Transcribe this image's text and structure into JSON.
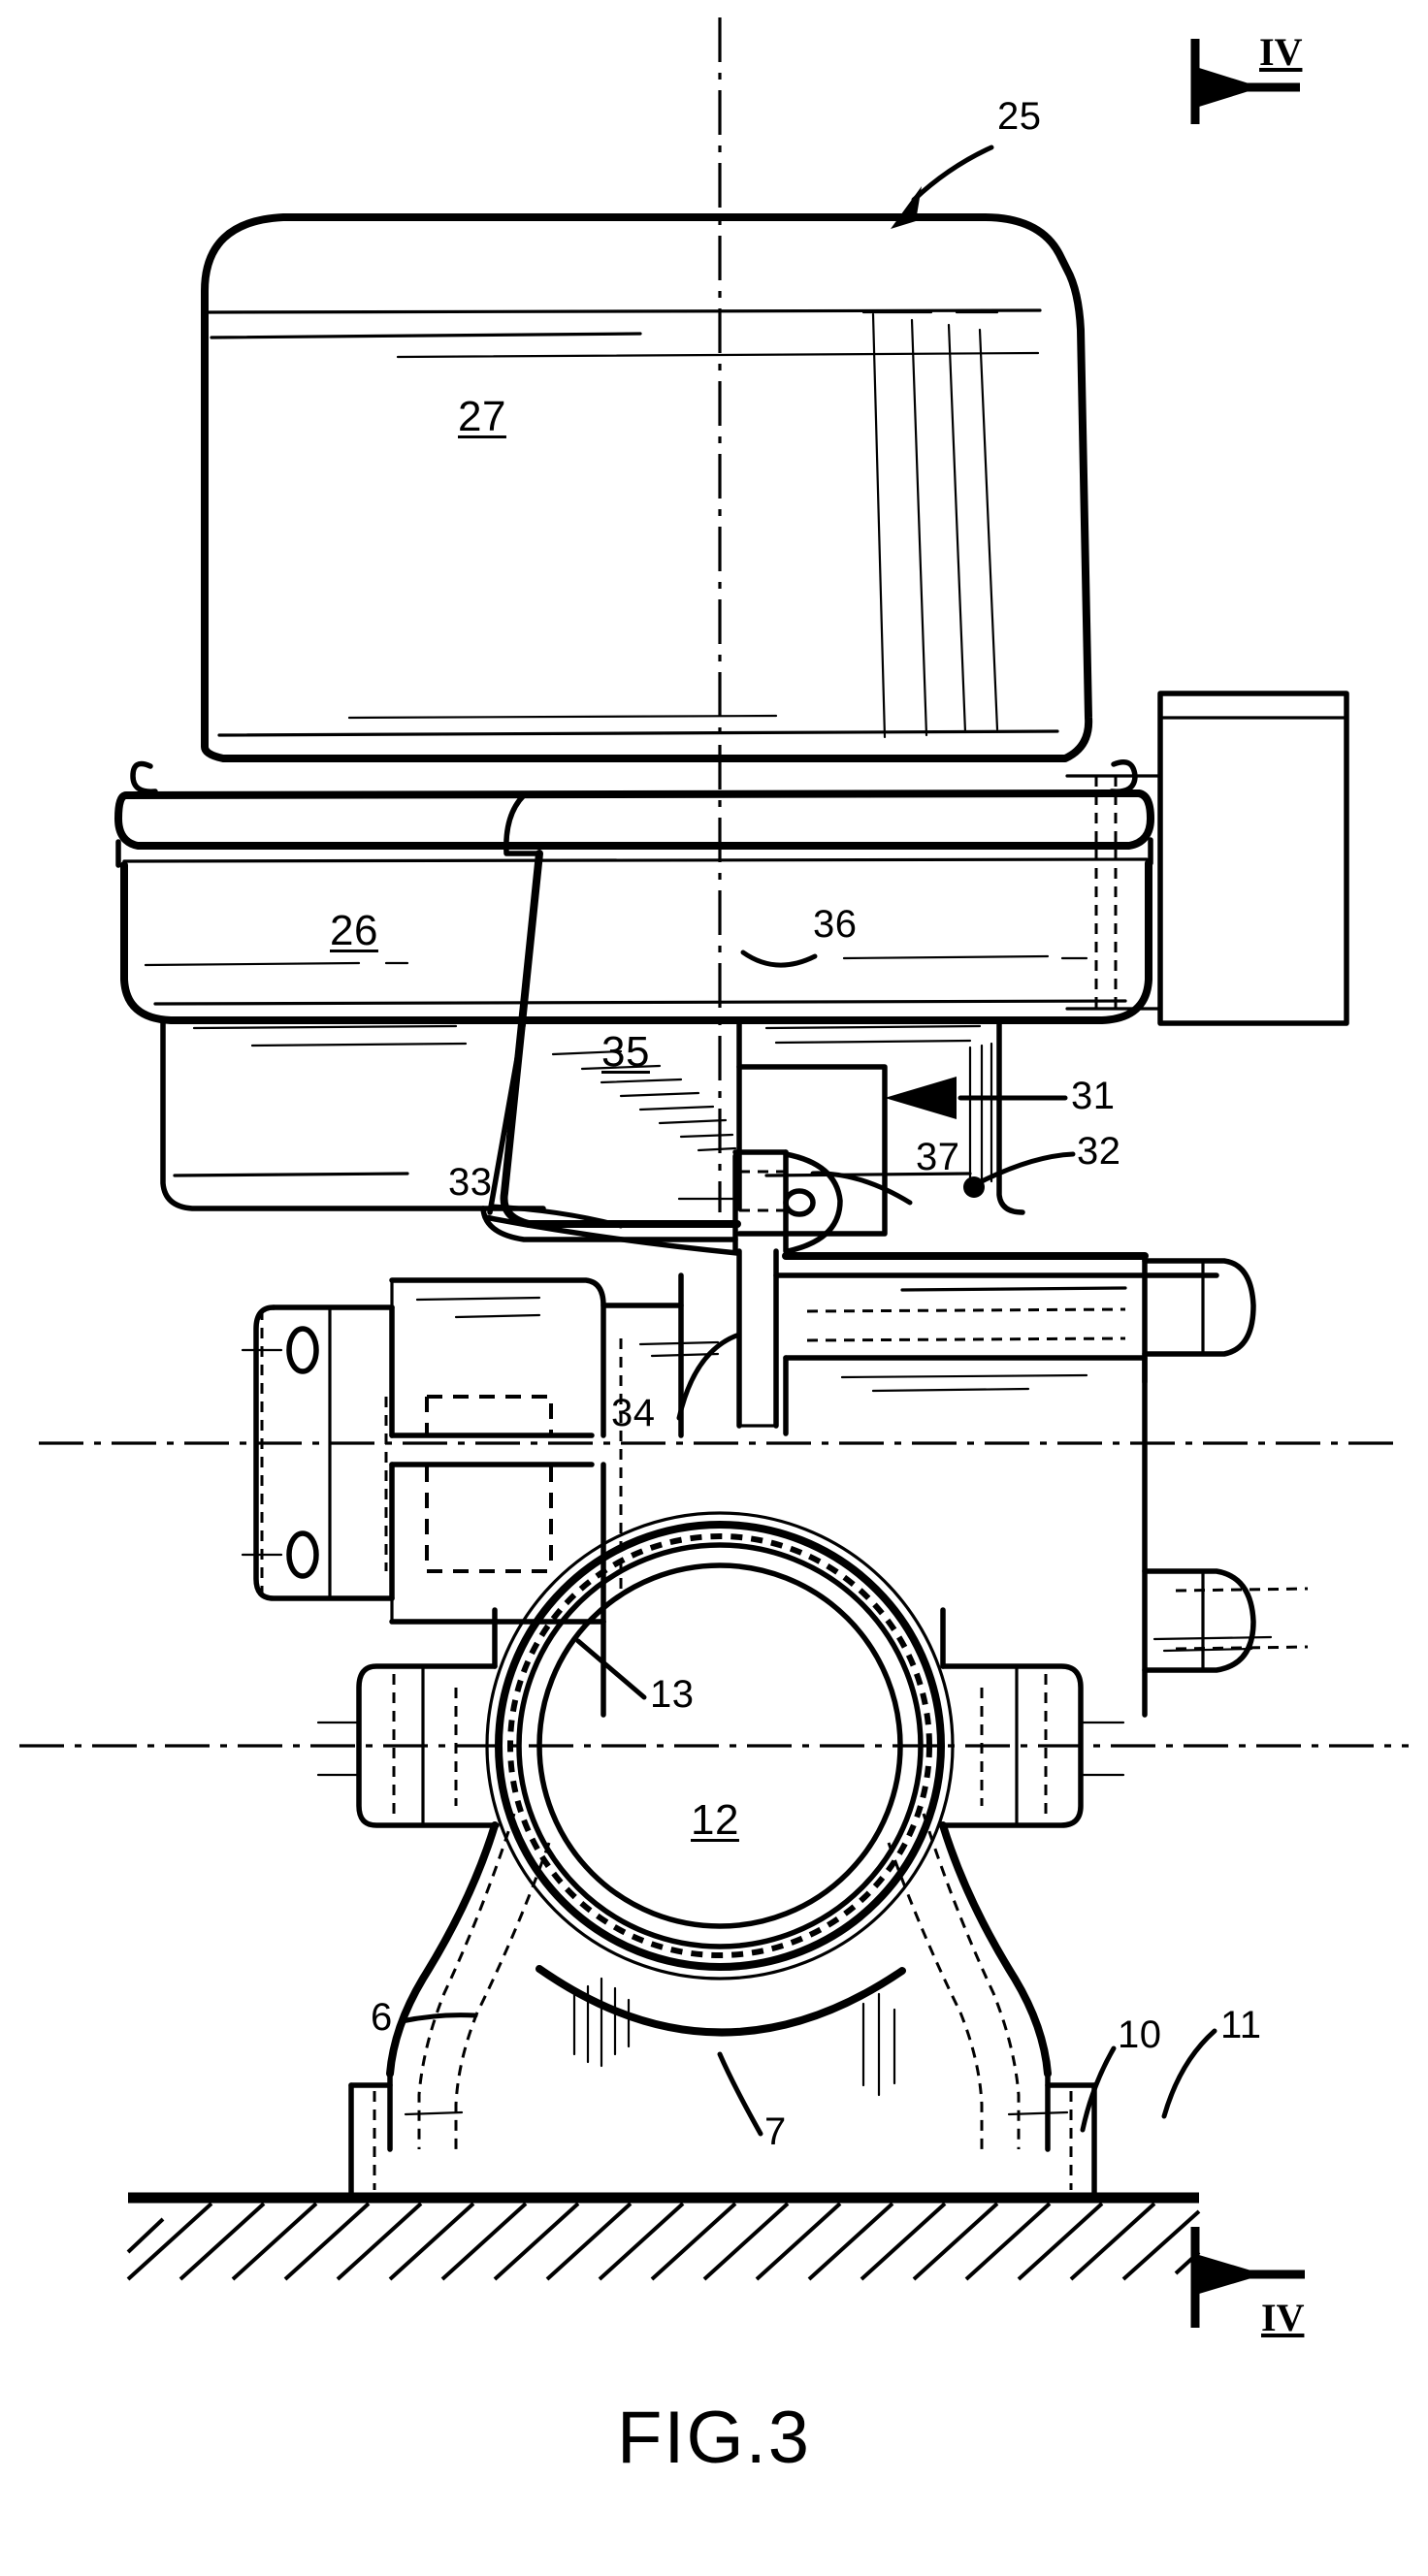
{
  "figure": {
    "label": "FIG.3",
    "title": "FIG.3",
    "type": "patent-drawing",
    "sheet_background": "#ffffff",
    "ink_color": "#000000"
  },
  "section_markers": [
    {
      "id": "top",
      "label": "IV",
      "arrow_direction": "right",
      "position": "top-right"
    },
    {
      "id": "bottom",
      "label": "IV",
      "arrow_direction": "right",
      "position": "bottom-right"
    }
  ],
  "reference_numerals": [
    {
      "num": "25",
      "underlined": false,
      "leader": "curved-arrow",
      "describes": "actuator-cover-shell"
    },
    {
      "num": "27",
      "underlined": true,
      "leader": "none",
      "describes": "upper-actuator-housing"
    },
    {
      "num": "26",
      "underlined": true,
      "leader": "none",
      "describes": "lower-actuator-housing"
    },
    {
      "num": "36",
      "underlined": false,
      "leader": "curved",
      "describes": "drive-shaft-cavity"
    },
    {
      "num": "35",
      "underlined": true,
      "leader": "none",
      "describes": "bracket-arm"
    },
    {
      "num": "33",
      "underlined": false,
      "leader": "curved",
      "describes": "mounting-plate-edge"
    },
    {
      "num": "37",
      "underlined": false,
      "leader": "curved",
      "describes": "coupling-pin"
    },
    {
      "num": "31",
      "underlined": false,
      "leader": "straight-arrow",
      "describes": "coupling-housing"
    },
    {
      "num": "32",
      "underlined": false,
      "leader": "curved-dot",
      "describes": "valve-bonnet"
    },
    {
      "num": "34",
      "underlined": false,
      "leader": "curved",
      "describes": "valve-stem"
    },
    {
      "num": "13",
      "underlined": false,
      "leader": "straight",
      "describes": "seal-ring"
    },
    {
      "num": "12",
      "underlined": true,
      "leader": "none",
      "describes": "valve-bore"
    },
    {
      "num": "6",
      "underlined": false,
      "leader": "straight",
      "describes": "valve-body-wall"
    },
    {
      "num": "7",
      "underlined": false,
      "leader": "curved",
      "describes": "body-underside"
    },
    {
      "num": "10",
      "underlined": false,
      "leader": "curved",
      "describes": "mounting-foot"
    },
    {
      "num": "11",
      "underlined": false,
      "leader": "curved",
      "describes": "base-support-surface"
    }
  ],
  "chart_data": {
    "type": "table",
    "title": "FIG.3 — Reference numeral index",
    "categories": [
      "25",
      "26",
      "27",
      "31",
      "32",
      "33",
      "34",
      "35",
      "36",
      "37",
      "6",
      "7",
      "10",
      "11",
      "12",
      "13"
    ],
    "values": [
      25,
      26,
      27,
      31,
      32,
      33,
      34,
      35,
      36,
      37,
      6,
      7,
      10,
      11,
      12,
      13
    ]
  }
}
